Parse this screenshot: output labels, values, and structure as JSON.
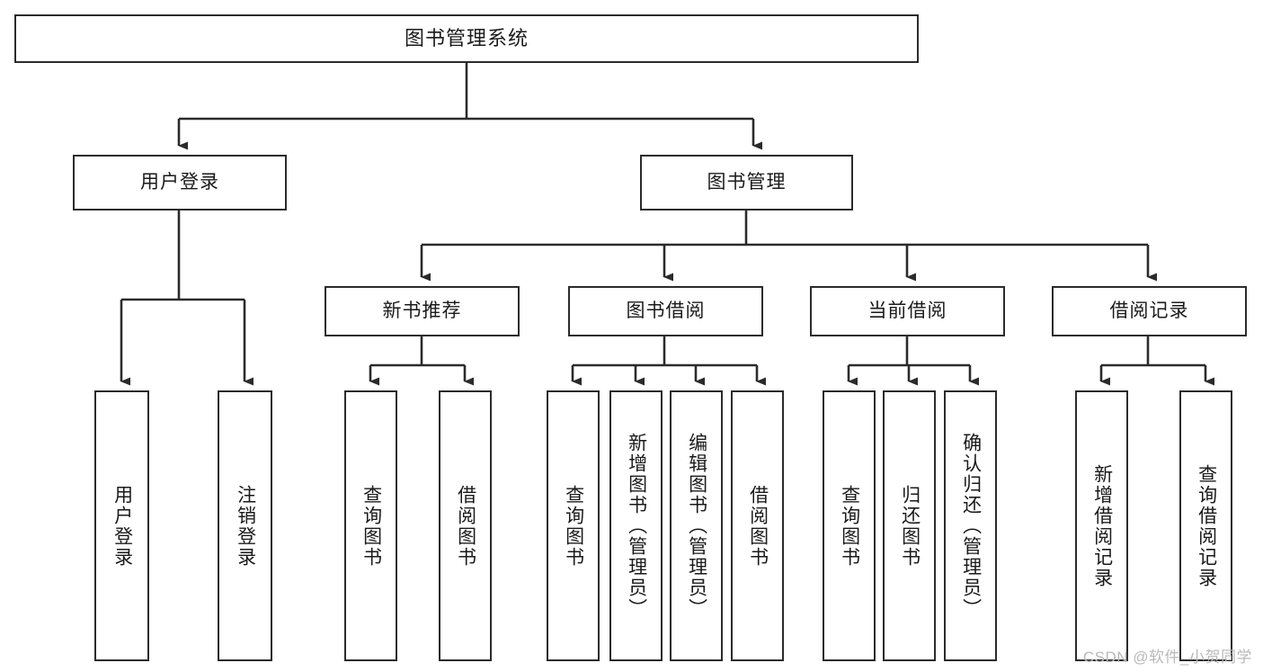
{
  "diagram": {
    "title": "图书管理系统",
    "type": "tree-hierarchy",
    "watermark": "CSDN @软件_小贺同学",
    "colors": {
      "box_border": "#2b2b2b",
      "box_fill": "#ffffff",
      "edge": "#2b2b2b",
      "text": "#1a1a1a",
      "watermark": "#b9b9b9",
      "background": "#ffffff"
    },
    "root": {
      "label": "图书管理系统"
    },
    "level2": [
      {
        "label": "用户登录"
      },
      {
        "label": "图书管理"
      }
    ],
    "level3": [
      {
        "label": "新书推荐"
      },
      {
        "label": "图书借阅"
      },
      {
        "label": "当前借阅"
      },
      {
        "label": "借阅记录"
      }
    ],
    "leaves": {
      "user_login": [
        {
          "label": "用户登录"
        },
        {
          "label": "注销登录"
        }
      ],
      "new_book_recommend": [
        {
          "label": "查询图书"
        },
        {
          "label": "借阅图书"
        }
      ],
      "book_borrow": [
        {
          "label": "查询图书"
        },
        {
          "label": "新增图书（管理员）"
        },
        {
          "label": "编辑图书（管理员）"
        },
        {
          "label": "借阅图书"
        }
      ],
      "current_borrow": [
        {
          "label": "查询图书"
        },
        {
          "label": "归还图书"
        },
        {
          "label": "确认归还（管理员）"
        }
      ],
      "borrow_record": [
        {
          "label": "新增借阅记录"
        },
        {
          "label": "查询借阅记录"
        }
      ]
    }
  }
}
